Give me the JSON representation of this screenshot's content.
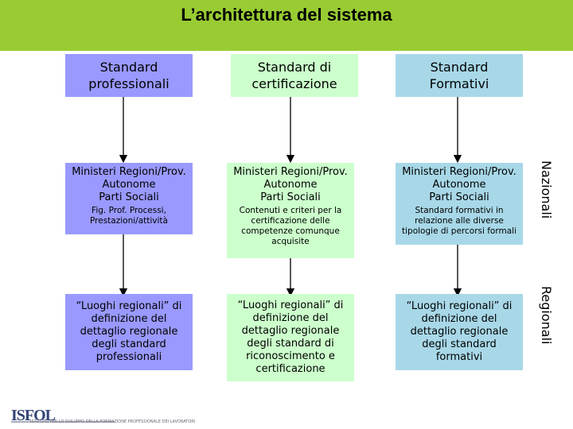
{
  "title": "L’architettura del sistema",
  "columns": [
    {
      "header": [
        "Standard",
        "professionali"
      ],
      "national": [
        "Ministeri Regioni/Prov.",
        "Autonome",
        "Parti Sociali"
      ],
      "national_sub": [
        "Fig. Prof. Processi,",
        "Prestazioni/attività"
      ],
      "regional": [
        "“Luoghi regionali” di",
        "definizione del",
        "dettaglio regionale",
        "degli standard",
        "professionali"
      ]
    },
    {
      "header": [
        "Standard di",
        "certificazione"
      ],
      "national": [
        "Ministeri Regioni/Prov.",
        "Autonome",
        "Parti Sociali"
      ],
      "national_sub": [
        "Contenuti e criteri per la",
        "certificazione delle",
        "competenze comunque",
        "acquisite"
      ],
      "regional": [
        "“Luoghi regionali” di",
        "definizione del",
        "dettaglio regionale",
        "degli standard di",
        "riconoscimento e",
        "certificazione"
      ]
    },
    {
      "header": [
        "Standard",
        "Formativi"
      ],
      "national": [
        "Ministeri Regioni/Prov.",
        "Autonome",
        "Parti Sociali"
      ],
      "national_sub": [
        "Standard formativi in",
        "relazione alle diverse",
        "tipologie di percorsi formali"
      ],
      "regional": [
        "“Luoghi regionali” di",
        "definizione del",
        "dettaglio regionale",
        "degli standard",
        "formativi"
      ]
    }
  ],
  "side_labels": {
    "national": "Nazionali",
    "regional": "Regionali"
  },
  "logo": {
    "name": "ISFOL",
    "tagline": "ISTITUTO PER LO SVILUPPO DELLA FORMAZIONE PROFESSIONALE DEI LAVORATORI"
  },
  "colors": {
    "header_bar": "#99cc33",
    "professional": "#9999ff",
    "certification": "#ccffcc",
    "formative": "#a8d8e8"
  }
}
